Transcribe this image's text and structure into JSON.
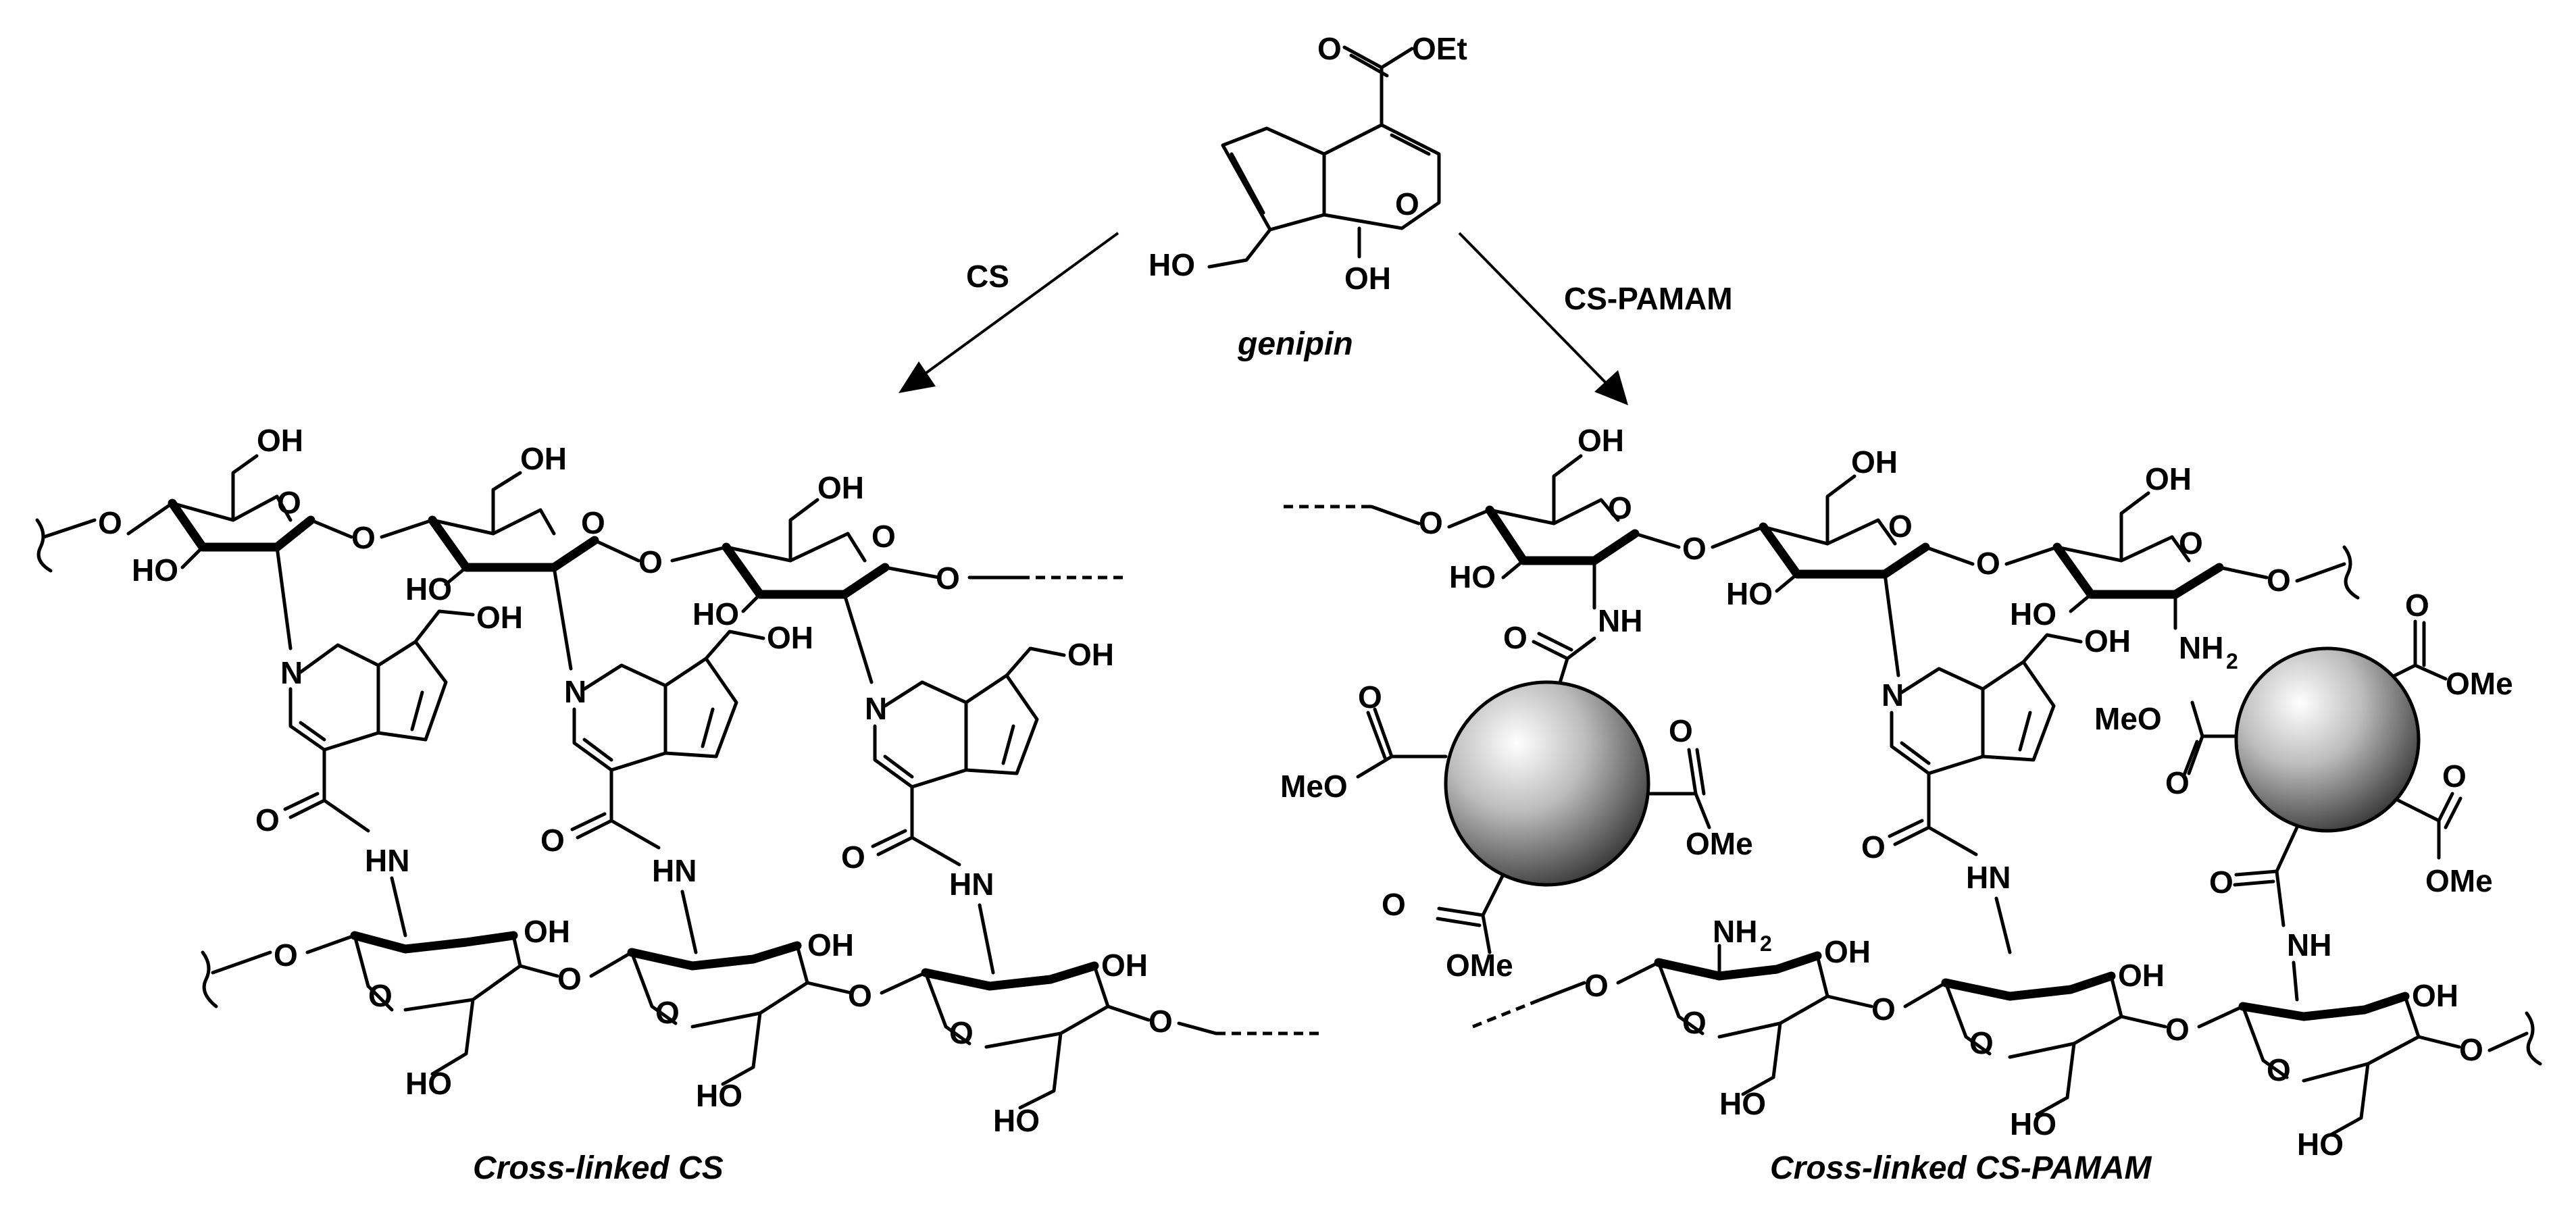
{
  "genipin": {
    "ester_label": "OEt",
    "oxygen_carbonyl": "O",
    "ring_oxygen": "O",
    "hydroxyl": "OH",
    "hydroxymethyl": "HO",
    "name": "genipin"
  },
  "reactions": {
    "left_reagent": "CS",
    "right_reagent": "CS-PAMAM"
  },
  "products": {
    "left_caption": "Cross-linked CS",
    "right_caption": "Cross-linked CS-PAMAM"
  },
  "atoms": {
    "O": "O",
    "OH": "OH",
    "HO": "HO",
    "N": "N",
    "HN": "HN",
    "NH": "NH",
    "NH2": "NH",
    "sub2": "2",
    "MeO": "MeO",
    "OMe": "OMe"
  },
  "colors": {
    "sphere_light": "#ffffff",
    "sphere_dark": "#3a3a3a"
  }
}
